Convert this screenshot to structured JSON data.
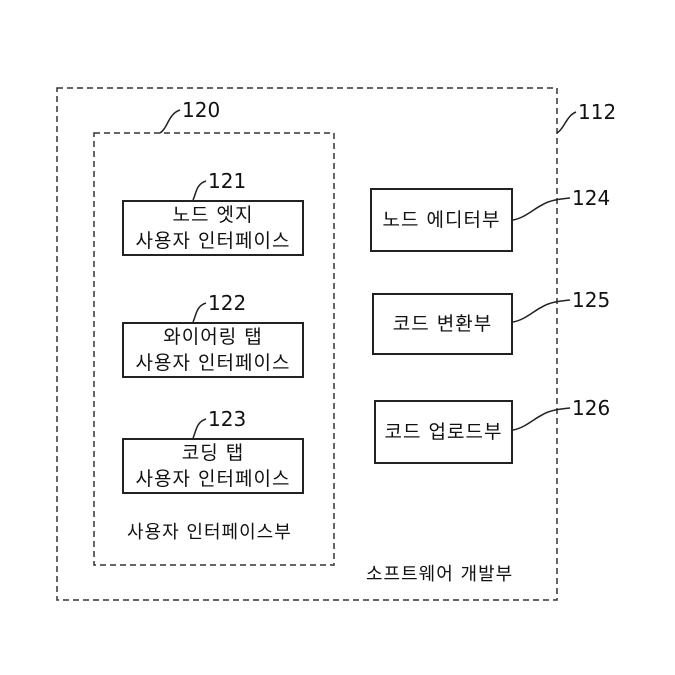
{
  "outer": {
    "ref": "112",
    "caption": "소프트웨어 개발부"
  },
  "ui_group": {
    "ref": "120",
    "caption": "사용자 인터페이스부",
    "items": [
      {
        "ref": "121",
        "line1": "노드 엣지",
        "line2": "사용자 인터페이스"
      },
      {
        "ref": "122",
        "line1": "와이어링 탭",
        "line2": "사용자 인터페이스"
      },
      {
        "ref": "123",
        "line1": "코딩 탭",
        "line2": "사용자 인터페이스"
      }
    ]
  },
  "modules": [
    {
      "ref": "124",
      "label": "노드 에디터부"
    },
    {
      "ref": "125",
      "label": "코드 변환부"
    },
    {
      "ref": "126",
      "label": "코드 업로드부"
    }
  ]
}
